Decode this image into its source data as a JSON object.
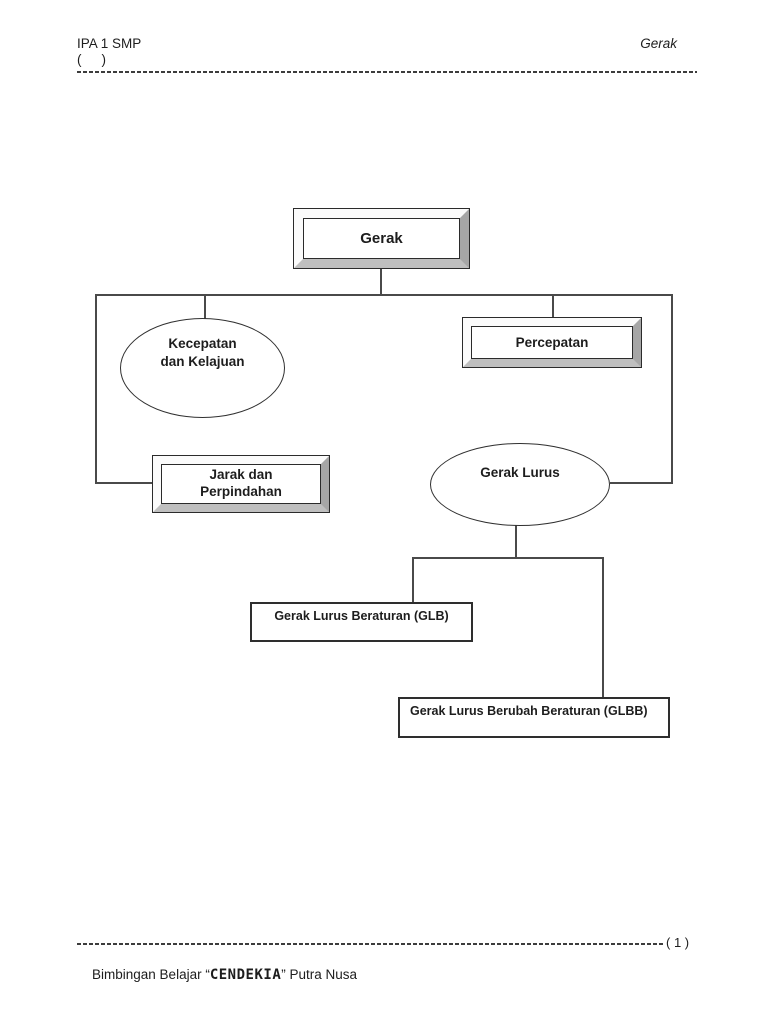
{
  "header": {
    "course": "IPA 1 SMP",
    "topic": "Gerak",
    "name_line": "(    )"
  },
  "diagram": {
    "root": {
      "label": "Gerak"
    },
    "kecepatan": {
      "label": "Kecepatan\ndan Kelajuan"
    },
    "percepatan": {
      "label": "Percepatan"
    },
    "jarak": {
      "label": "Jarak dan\nPerpindahan"
    },
    "gerak_lurus": {
      "label": "Gerak Lurus"
    },
    "glb": {
      "label": "Gerak Lurus Beraturan (GLB)"
    },
    "glbb": {
      "label": "Gerak Lurus Berubah Beraturan (GLBB)"
    }
  },
  "footer": {
    "page_number": "( 1 )",
    "prefix": "Bimbingan Belajar “",
    "brand": "CENDEKIA",
    "suffix": "” Putra Nusa"
  },
  "colors": {
    "line": "#4a4a4a",
    "bevel_light": "#fbfbfb",
    "bevel_dark": "#a6a6a6",
    "text": "#1d1d1d"
  }
}
